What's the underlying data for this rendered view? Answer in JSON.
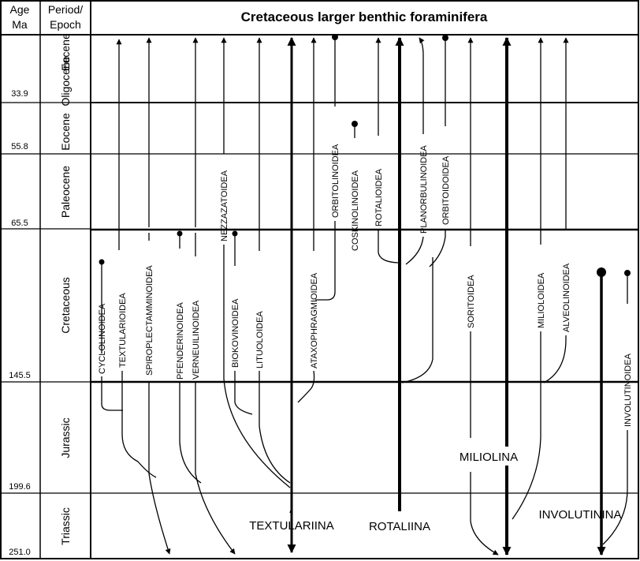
{
  "header": {
    "age_label_1": "Age",
    "age_label_2": "Ma",
    "period_label_1": "Period/",
    "period_label_2": "Epoch",
    "title": "Cretaceous larger benthic foraminifera"
  },
  "ages": [
    "33.9",
    "55.8",
    "65.5",
    "145.5",
    "199.6",
    "251.0"
  ],
  "periods": [
    "Eocene",
    "Oligocene",
    "Eocene",
    "Paleocene",
    "Cretaceous",
    "Jurassic",
    "Triassic"
  ],
  "superfamilies": [
    "CYCLOLINOIDEA",
    "TEXTULARIOIDEA",
    "SPIROPLECTAMMINOIDEA",
    "PFENDERINOIDEA",
    "VERNEUILINOIDEA",
    "NEZZAZATOIDEA",
    "BIOKOVINOIDEA",
    "LITUOLOIDEA",
    "ATAXOPHRAGMIOIDEA",
    "ORBITOLINOIDEA",
    "COSKINOLINOIDEA",
    "ROTALIOIDEA",
    "PLANORBULINOIDEA",
    "ORBITOIDOIDEA",
    "SORITOIDEA",
    "MILIOLOIDEA",
    "ALVEOLINOIDEA",
    "INVOLUTINOIDEA"
  ],
  "suborders": [
    "TEXTULARIINA",
    "ROTALIINA",
    "MILIOLINA",
    "INVOLUTININA"
  ]
}
